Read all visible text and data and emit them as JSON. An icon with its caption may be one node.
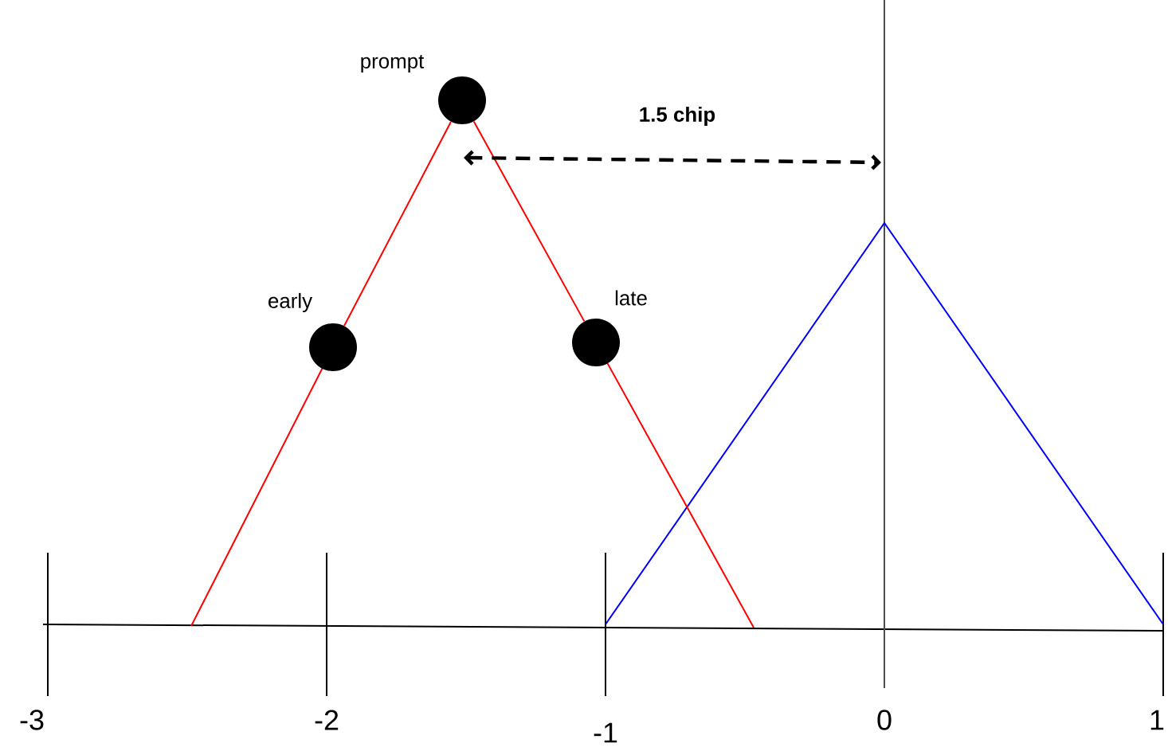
{
  "diagram": {
    "nodes": [
      {
        "text": [
          "prompt"
        ]
      },
      {
        "text": [
          "early"
        ]
      },
      {
        "text": [
          "late"
        ]
      }
    ],
    "edges": [
      {
        "from": 0,
        "to": 1,
        "arrow": "none"
      },
      {
        "from": 0,
        "to": 2,
        "arrow": "none"
      }
    ],
    "labels": [
      "1.5 chip",
      "-3",
      "-2",
      "-1",
      "0",
      "1"
    ]
  }
}
